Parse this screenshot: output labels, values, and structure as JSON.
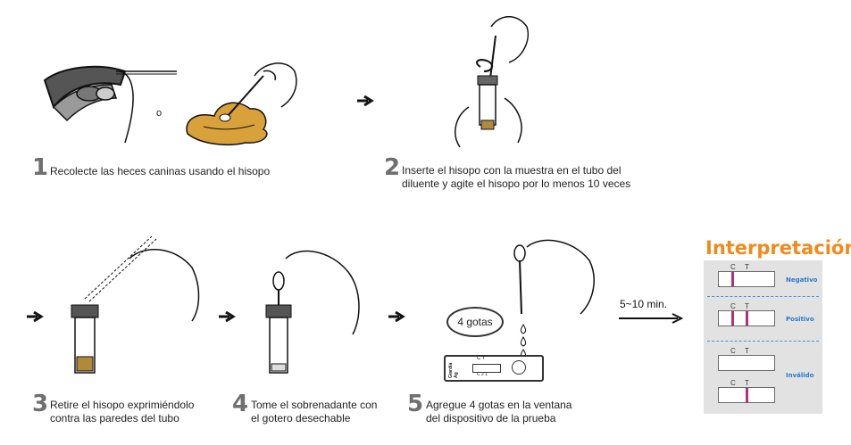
{
  "steps": [
    {
      "num": "1",
      "text": "Recolecte las heces caninas usando el hisopo"
    },
    {
      "num": "2",
      "text_line1": "Inserte el hisopo con la muestra en el tubo del",
      "text_line2": "diluente y agite el hisopo por lo menos 10 veces"
    },
    {
      "num": "3",
      "text_line1": "Retire el hisopo exprimiéndolo",
      "text_line2": "contra las paredes del tubo"
    },
    {
      "num": "4",
      "text_line1": "Tome el sobrenadante con",
      "text_line2": "el gotero desechable"
    },
    {
      "num": "5",
      "text_line1": "Agregue 4 gotas en la ventana",
      "text_line2": "del dispositivo de la prueba"
    }
  ],
  "drops_label": "4 gotas",
  "time_label": "5~10 min.",
  "device_label": "Giardia Ag",
  "device_marks": "C T",
  "device_marks_bottom": "C 2 1",
  "separator_symbol": "o",
  "interpretation": {
    "title": "Interpretación",
    "c_label": "C",
    "t_label": "T",
    "results": [
      {
        "label": "Negativo",
        "c_line": true,
        "t_line": false
      },
      {
        "label": "Positivo",
        "c_line": true,
        "t_line": true
      },
      {
        "label": "Inválido",
        "c_line": false,
        "t_line": false
      },
      {
        "label": "",
        "c_line": false,
        "t_line": true
      }
    ]
  },
  "colors": {
    "line_color": "#b0307a",
    "title_color": "#f08a1c",
    "result_color": "#2a7ac8",
    "stool_color": "#d9a13a",
    "panel_bg": "#e2e2e2"
  }
}
